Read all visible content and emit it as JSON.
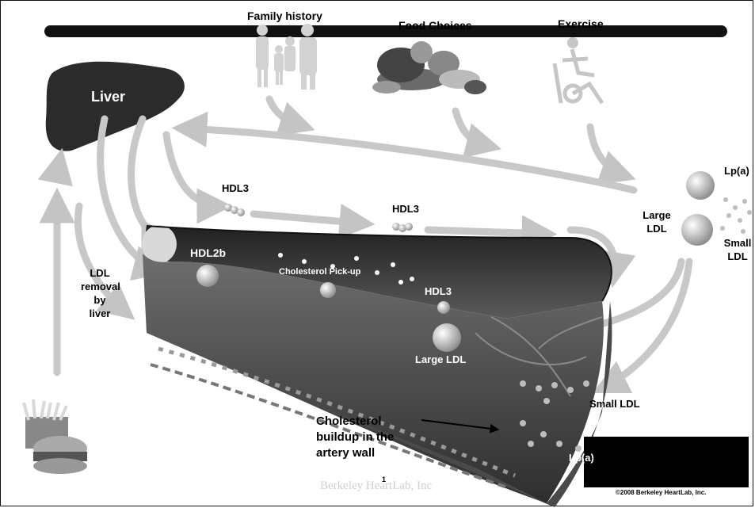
{
  "labels": {
    "family_history": "Family history",
    "food_choices": "Food Choices",
    "exercise": "Exercise",
    "liver": "Liver",
    "hdl3_top_left": "HDL3",
    "hdl3_top_mid": "HDL3",
    "hdl2b": "HDL2b",
    "cholesterol_pickup": "Cholesterol Pick-up",
    "hdl3_inner": "HDL3",
    "large_ldl_inner": "Large LDL",
    "ldl_removal": [
      "LDL",
      "removal",
      "by",
      "liver"
    ],
    "lpa_right": "Lp(a)",
    "large_ldl_right": [
      "Large",
      "LDL"
    ],
    "small_ldl_right": [
      "Small",
      "LDL"
    ],
    "cholesterol_buildup": [
      "Cholesterol",
      "buildup in the",
      "artery wall"
    ],
    "small_ldl_wall": "Small LDL",
    "lpa_wall": "Lp(a)",
    "copyright": "©2008 Berkeley HeartLab, Inc.",
    "watermark": "Berkeley HeartLab, Inc",
    "page_number": "1"
  },
  "colors": {
    "bar": "#111111",
    "liver": "#2b2b2b",
    "vessel": "#3a3a3a",
    "arrow": "#c8c8c8",
    "copyright_box": "#000000"
  }
}
